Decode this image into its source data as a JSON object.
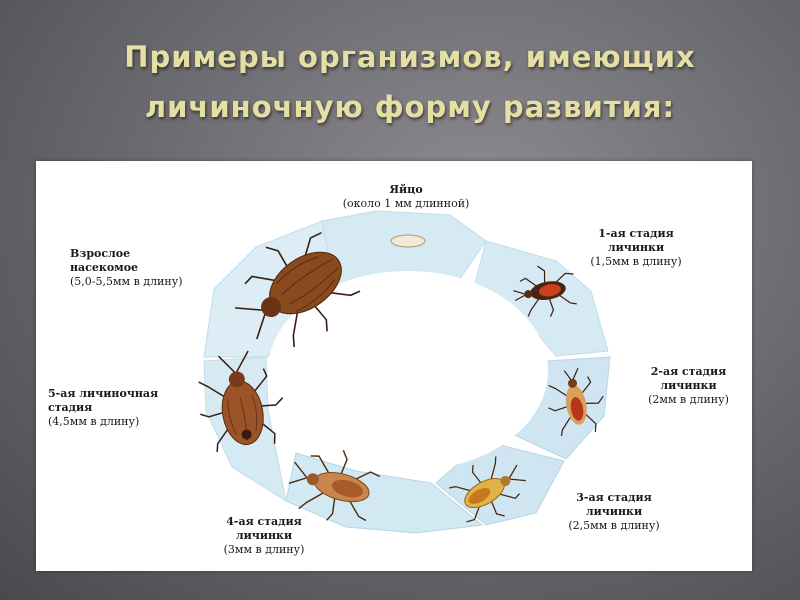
{
  "slide": {
    "title_line1": "Примеры организмов, имеющих",
    "title_line2": "личиночную форму развития:"
  },
  "diagram": {
    "egg": {
      "name": "Яйцо",
      "size": "(около 1 мм длинной)"
    },
    "stage1": {
      "name1": "1-ая стадия",
      "name2": "личинки",
      "size": "(1,5мм в длину)"
    },
    "stage2": {
      "name1": "2-ая стадия",
      "name2": "личинки",
      "size": "(2мм в длину)"
    },
    "stage3": {
      "name1": "3-ая стадия",
      "name2": "личинки",
      "size": "(2,5мм в длину)"
    },
    "stage4": {
      "name1": "4-ая стадия",
      "name2": "личинки",
      "size": "(3мм в длину)"
    },
    "stage5": {
      "name1": "5-ая личиночная",
      "name2": "стадия",
      "size": "(4,5мм в длину)"
    },
    "adult": {
      "name1": "Взрослое",
      "name2": "насекомое",
      "size": "(5,0-5,5мм в длину)"
    }
  },
  "colors": {
    "title": "#e6dfa4",
    "ring": "#d2e8f2",
    "ring_edge": "#b3d3e3",
    "adult_body": "#8b4a1e",
    "nymph_light": "#e0b24a",
    "nymph_red": "#c8401c"
  }
}
